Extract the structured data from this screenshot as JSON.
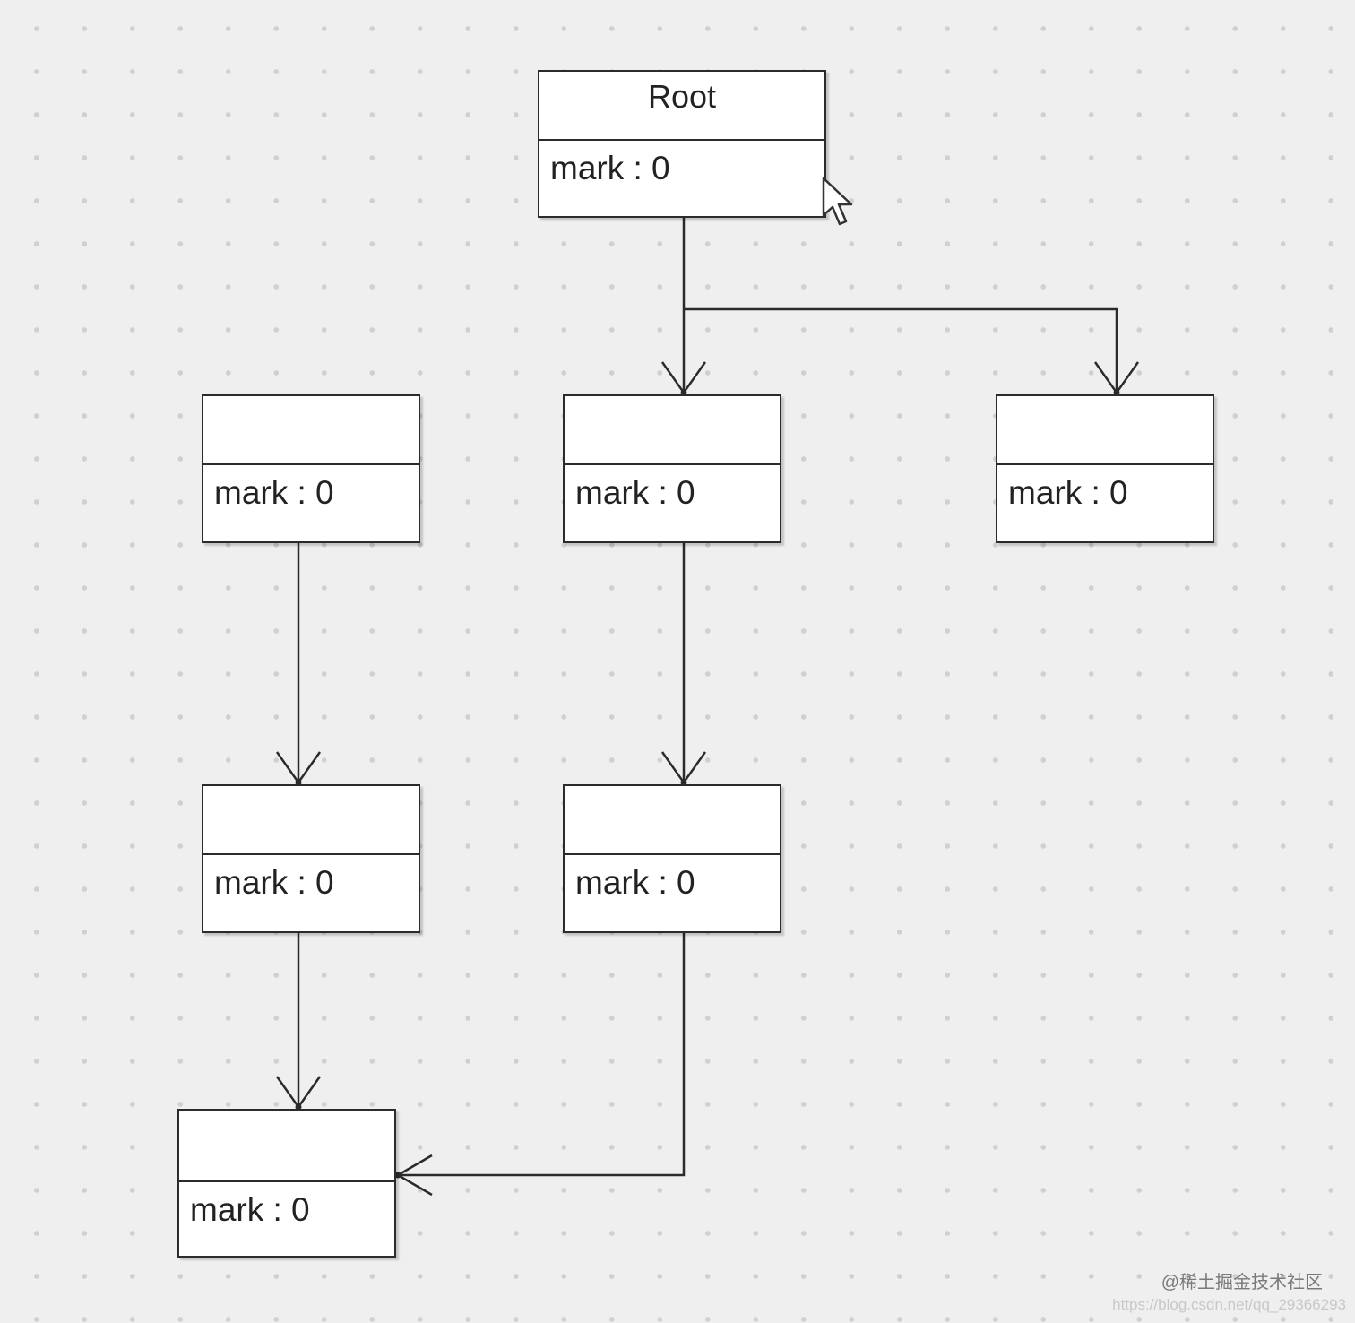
{
  "nodes": [
    {
      "id": "root",
      "title": "Root",
      "attribute": "mark : 0"
    },
    {
      "id": "a",
      "title": "",
      "attribute": "mark : 0"
    },
    {
      "id": "b",
      "title": "",
      "attribute": "mark : 0"
    },
    {
      "id": "c",
      "title": "",
      "attribute": "mark : 0"
    },
    {
      "id": "d",
      "title": "",
      "attribute": "mark : 0"
    },
    {
      "id": "e",
      "title": "",
      "attribute": "mark : 0"
    },
    {
      "id": "f",
      "title": "",
      "attribute": "mark : 0"
    }
  ],
  "edges": [
    {
      "from": "root",
      "to": "b"
    },
    {
      "from": "root",
      "to": "c"
    },
    {
      "from": "a",
      "to": "d"
    },
    {
      "from": "b",
      "to": "e"
    },
    {
      "from": "d",
      "to": "f"
    },
    {
      "from": "e",
      "to": "f"
    }
  ],
  "watermark": {
    "text": "@稀土掘金技术社区",
    "url": "https://blog.csdn.net/qq_29366293"
  }
}
